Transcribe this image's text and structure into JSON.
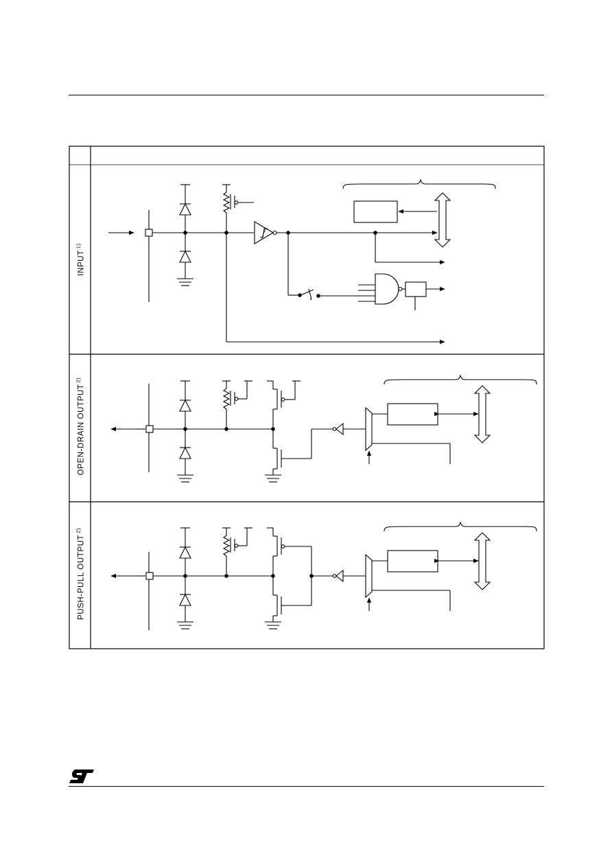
{
  "rows": [
    {
      "label": "INPUT",
      "note": "1)"
    },
    {
      "label": "OPEN-DRAIN OUTPUT",
      "note": "2)"
    },
    {
      "label": "PUSH-PULL OUTPUT",
      "note": "2)"
    }
  ],
  "footer": {
    "logo": "ST"
  },
  "colors": {
    "line": "#000000",
    "background": "#ffffff"
  },
  "icons": [
    "diode-icon",
    "resistor-icon",
    "transistor-icon",
    "schmitt-trigger-icon",
    "nand-gate-icon",
    "inverter-icon",
    "multiplexer-icon",
    "bus-arrow-icon",
    "ground-icon",
    "st-logo-icon"
  ]
}
